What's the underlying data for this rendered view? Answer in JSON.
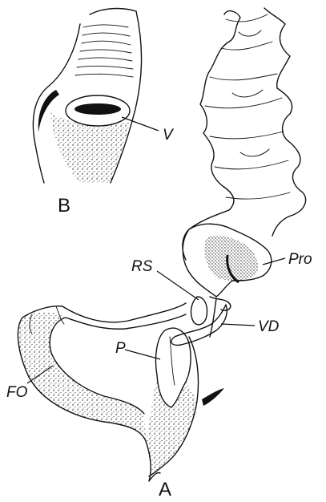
{
  "labels": {
    "v": "V",
    "b": "B",
    "pro": "Pro",
    "rs": "RS",
    "vd": "VD",
    "p": "P",
    "fo": "FO",
    "a": "A"
  },
  "colors": {
    "ink": "#111111",
    "background": "#ffffff"
  }
}
